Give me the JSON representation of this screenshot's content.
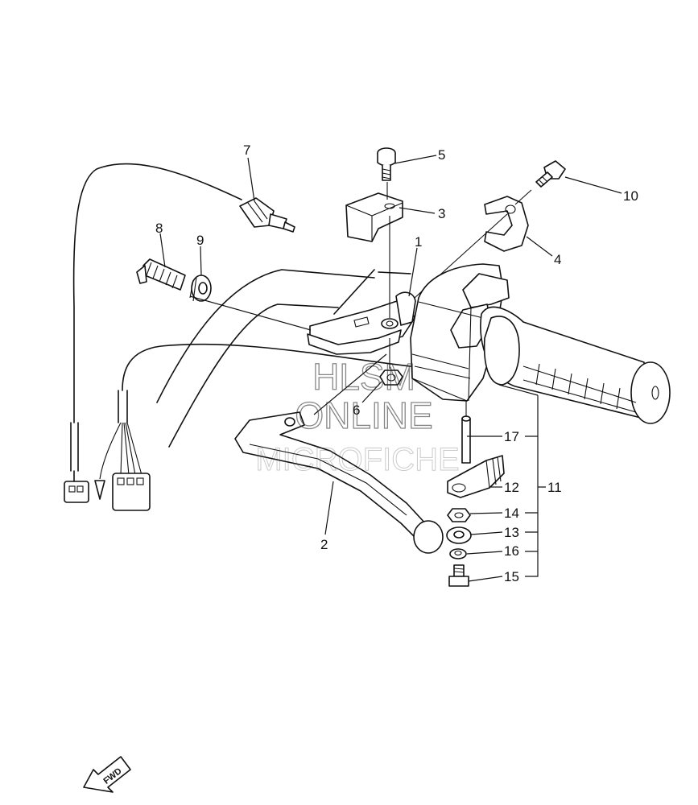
{
  "callouts": {
    "c1": "1",
    "c2": "2",
    "c3": "3",
    "c4": "4",
    "c5": "5",
    "c6": "6",
    "c7": "7",
    "c8": "8",
    "c9": "9",
    "c10": "10",
    "c11": "11",
    "c12": "12",
    "c13": "13",
    "c14": "14",
    "c15": "15",
    "c16": "16",
    "c17": "17"
  },
  "watermark": {
    "line1": "HLSM",
    "line2": "ONLINE",
    "line3": "MICROFICHE"
  },
  "direction_badge": "FWD"
}
